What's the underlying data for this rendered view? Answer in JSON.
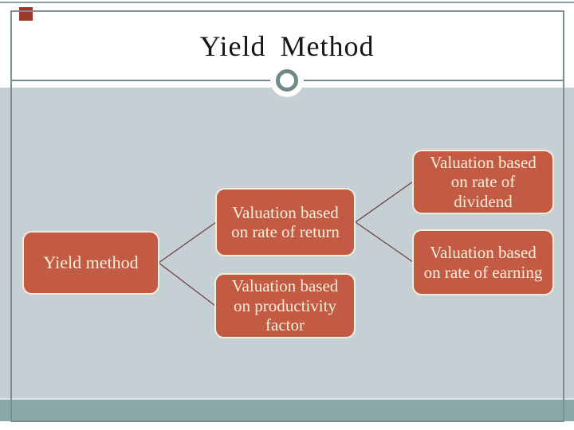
{
  "slide": {
    "title": "Yield Method",
    "colors": {
      "background": "#ffffff",
      "content_band": "#c5cfd4",
      "footer_bar": "#89a8a7",
      "frame_border": "#7b8f94",
      "node_fill": "#c25a44",
      "node_text": "#f6eed9",
      "node_border": "#f3eddc",
      "connector": "#6b4444",
      "corner_accent": "#9e382a",
      "ornament_ring": "#6f8989",
      "title_text": "#161616"
    }
  },
  "diagram": {
    "root": {
      "label": "Yield method"
    },
    "branches": [
      {
        "label": "Valuation based on rate of return",
        "children": [
          {
            "label": "Valuation based on rate of dividend"
          },
          {
            "label": "Valuation based on rate of earning"
          }
        ]
      },
      {
        "label": "Valuation based on productivity factor",
        "children": []
      }
    ]
  }
}
